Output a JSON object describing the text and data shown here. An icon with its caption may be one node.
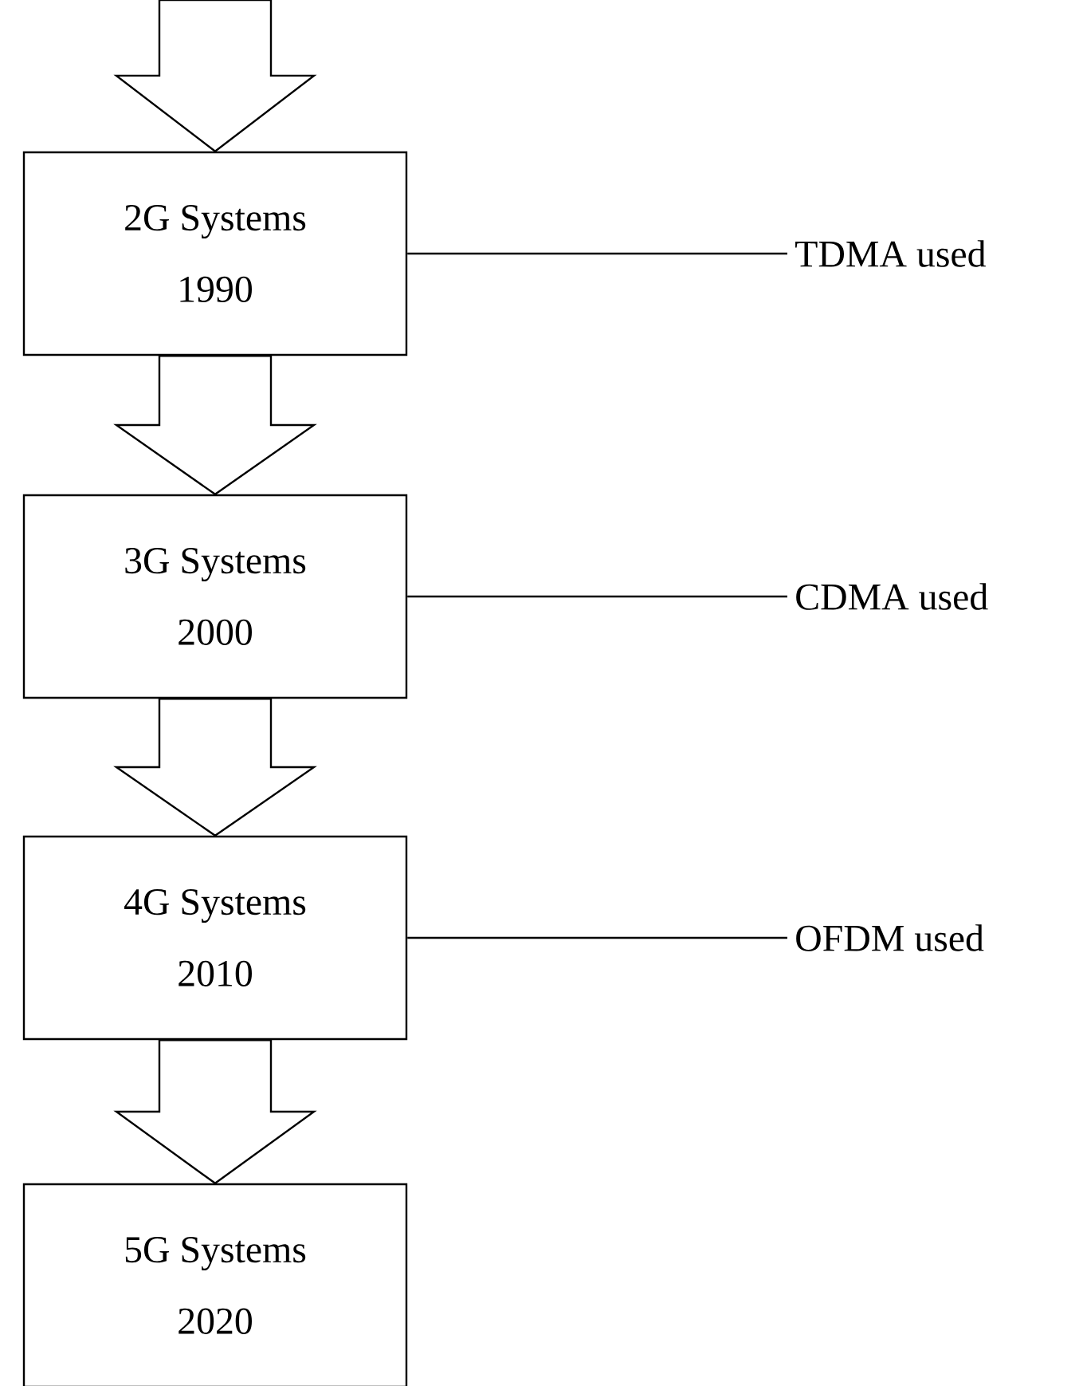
{
  "diagram": {
    "nodes": [
      {
        "text": [
          "2G Systems",
          "1990"
        ]
      },
      {
        "text": [
          "TDMA used"
        ]
      },
      {
        "text": [
          "3G Systems",
          "2000"
        ]
      },
      {
        "text": [
          "CDMA used"
        ]
      },
      {
        "text": [
          "4G Systems",
          "2010"
        ]
      },
      {
        "text": [
          "OFDM used"
        ]
      },
      {
        "text": [
          "5G Systems",
          "2020"
        ]
      }
    ],
    "edges": [
      {
        "from": null,
        "to": 0,
        "arrow": "to"
      },
      {
        "from": 0,
        "to": 2,
        "arrow": "to"
      },
      {
        "from": 2,
        "to": 4,
        "arrow": "to"
      },
      {
        "from": 4,
        "to": 6,
        "arrow": "to"
      },
      {
        "from": 0,
        "to": 1,
        "arrow": "none"
      },
      {
        "from": 2,
        "to": 3,
        "arrow": "none"
      },
      {
        "from": 4,
        "to": 5,
        "arrow": "none"
      }
    ]
  }
}
